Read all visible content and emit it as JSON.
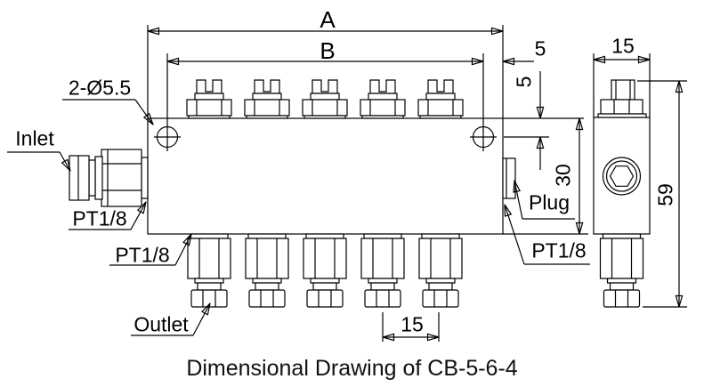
{
  "drawing_title": "Dimensional Drawing of CB-5-6-4",
  "model": "CB-5-6-4",
  "callouts": {
    "mounting_holes": "2-Ø5.5",
    "inlet": "Inlet",
    "inlet_thread": "PT1/8",
    "bottom_thread": "PT1/8",
    "outlet": "Outlet",
    "plug": "Plug",
    "plug_thread": "PT1/8"
  },
  "dimensions": {
    "overall_length": "A",
    "hole_span": "B",
    "hole_edge_offset": "5",
    "hole_top_offset": "5",
    "body_height": "30",
    "body_depth": "15",
    "overall_height": "59",
    "outlet_pitch": "15"
  },
  "counts": {
    "top_fittings": 5,
    "outlets": 5,
    "mounting_holes": 2
  },
  "colors": {
    "line": "#000000",
    "text": "#000000",
    "background": "#ffffff"
  }
}
